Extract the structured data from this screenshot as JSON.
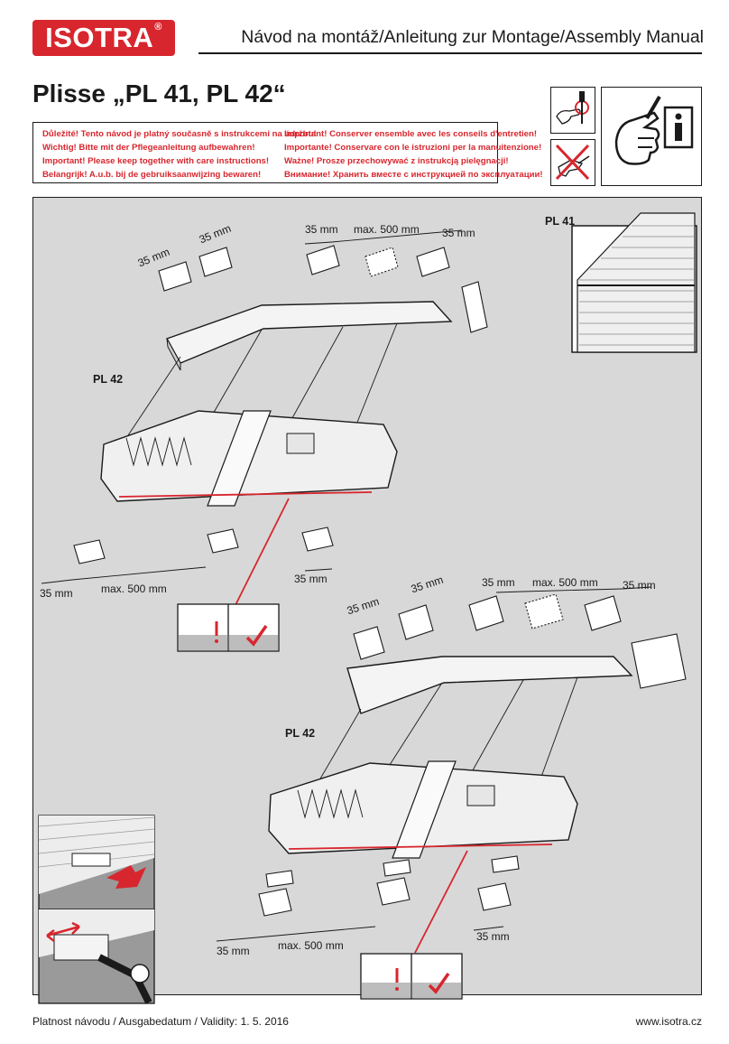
{
  "header": {
    "logo": "IS",
    "logo_mid": "O",
    "logo_end": "TRA",
    "logo_mark": "®",
    "manual_title": "Návod na montáž/Anleitung zur Montage/Assembly Manual"
  },
  "product_title": "Plisse „PL 41, PL 42“",
  "warnings_left": [
    "Důležité! Tento návod je platný současně s instrukcemi na údržbu!",
    "Wichtig! Bitte mit der Pflegeanleitung aufbewahren!",
    "Important! Please keep together with care instructions!",
    "Belangrijk! A.u.b. bij de gebruiksaanwijzing bewaren!"
  ],
  "warnings_right": [
    "Important! Conserver ensemble avec les conseils d'entretien!",
    "Importante! Conservare con le istruzioni per la manuitenzione!",
    "Ważne! Prosze przechowywać z instrukcją pielęgnacji!",
    "Внимание! Хранить вместе с инструкцией по эксплуатации!"
  ],
  "icons": [
    "screwdriver-hand-icon",
    "no-drill-icon",
    "manual-info-icon"
  ],
  "labels": {
    "pl41": "PL 41",
    "pl42_top": "PL 42",
    "pl42_bottom": "PL 42"
  },
  "dimensions": {
    "d35": "35 mm",
    "max500": "max. 500 mm"
  },
  "footer": {
    "validity": "Platnost návodu / Ausgabedatum / Validity: 1. 5. 2016",
    "website": "www.isotra.cz"
  },
  "colors": {
    "brand_red": "#d8262e",
    "panel_gray": "#d8d8d8",
    "ink": "#1a1a1a"
  }
}
